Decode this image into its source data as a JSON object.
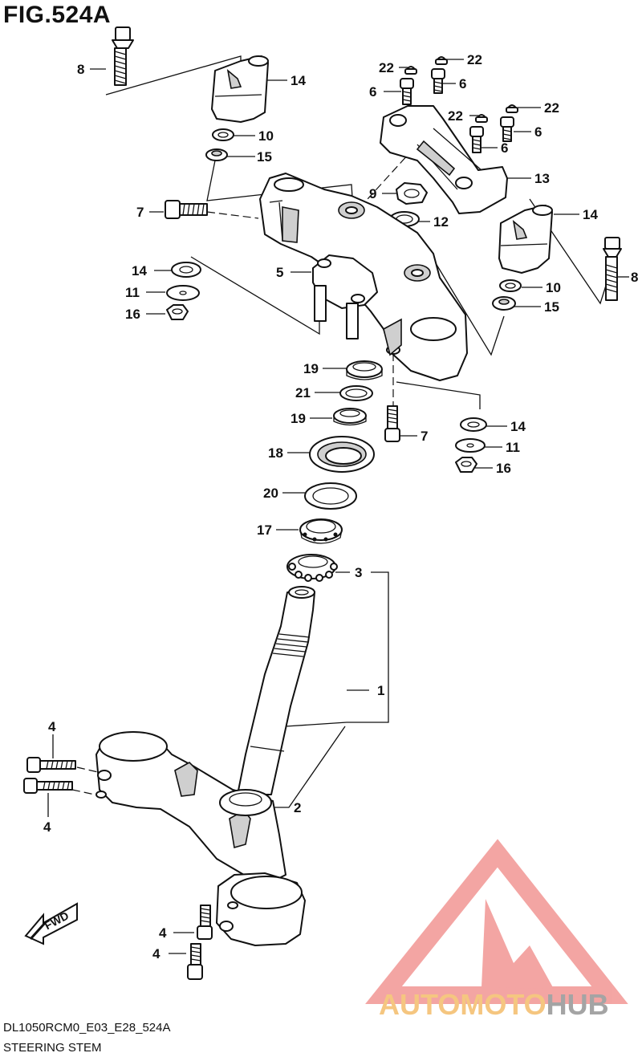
{
  "figure": {
    "title": "FIG.524A",
    "code": "DL1050RCM0_E03_E28_524A",
    "subtitle": "STEERING STEM"
  },
  "direction_badge": "FWD",
  "watermark": {
    "part1": "AUTOMOTO",
    "part2": "HUB",
    "color_primary": "#f3a19f",
    "color_accent": "#f5c37a",
    "color_dark": "#a0a0a0"
  },
  "callouts": [
    {
      "id": "c8a",
      "label": "8"
    },
    {
      "id": "c14a",
      "label": "14"
    },
    {
      "id": "c10a",
      "label": "10"
    },
    {
      "id": "c15a",
      "label": "15"
    },
    {
      "id": "c7a",
      "label": "7"
    },
    {
      "id": "c22a",
      "label": "22"
    },
    {
      "id": "c22b",
      "label": "22"
    },
    {
      "id": "c6a",
      "label": "6"
    },
    {
      "id": "c6b",
      "label": "6"
    },
    {
      "id": "c22c",
      "label": "22"
    },
    {
      "id": "c22d",
      "label": "22"
    },
    {
      "id": "c6c",
      "label": "6"
    },
    {
      "id": "c6d",
      "label": "6"
    },
    {
      "id": "c13",
      "label": "13"
    },
    {
      "id": "c9",
      "label": "9"
    },
    {
      "id": "c12",
      "label": "12"
    },
    {
      "id": "c14b",
      "label": "14"
    },
    {
      "id": "c8b",
      "label": "8"
    },
    {
      "id": "c5",
      "label": "5"
    },
    {
      "id": "c14c",
      "label": "14"
    },
    {
      "id": "c11a",
      "label": "11"
    },
    {
      "id": "c16a",
      "label": "16"
    },
    {
      "id": "c10b",
      "label": "10"
    },
    {
      "id": "c15b",
      "label": "15"
    },
    {
      "id": "c19a",
      "label": "19"
    },
    {
      "id": "c21",
      "label": "21"
    },
    {
      "id": "c19b",
      "label": "19"
    },
    {
      "id": "c7b",
      "label": "7"
    },
    {
      "id": "c14d",
      "label": "14"
    },
    {
      "id": "c11b",
      "label": "11"
    },
    {
      "id": "c16b",
      "label": "16"
    },
    {
      "id": "c18",
      "label": "18"
    },
    {
      "id": "c20",
      "label": "20"
    },
    {
      "id": "c17",
      "label": "17"
    },
    {
      "id": "c3",
      "label": "3"
    },
    {
      "id": "c1",
      "label": "1"
    },
    {
      "id": "c4a",
      "label": "4"
    },
    {
      "id": "c4b",
      "label": "4"
    },
    {
      "id": "c2",
      "label": "2"
    },
    {
      "id": "c4c",
      "label": "4"
    },
    {
      "id": "c4d",
      "label": "4"
    }
  ]
}
